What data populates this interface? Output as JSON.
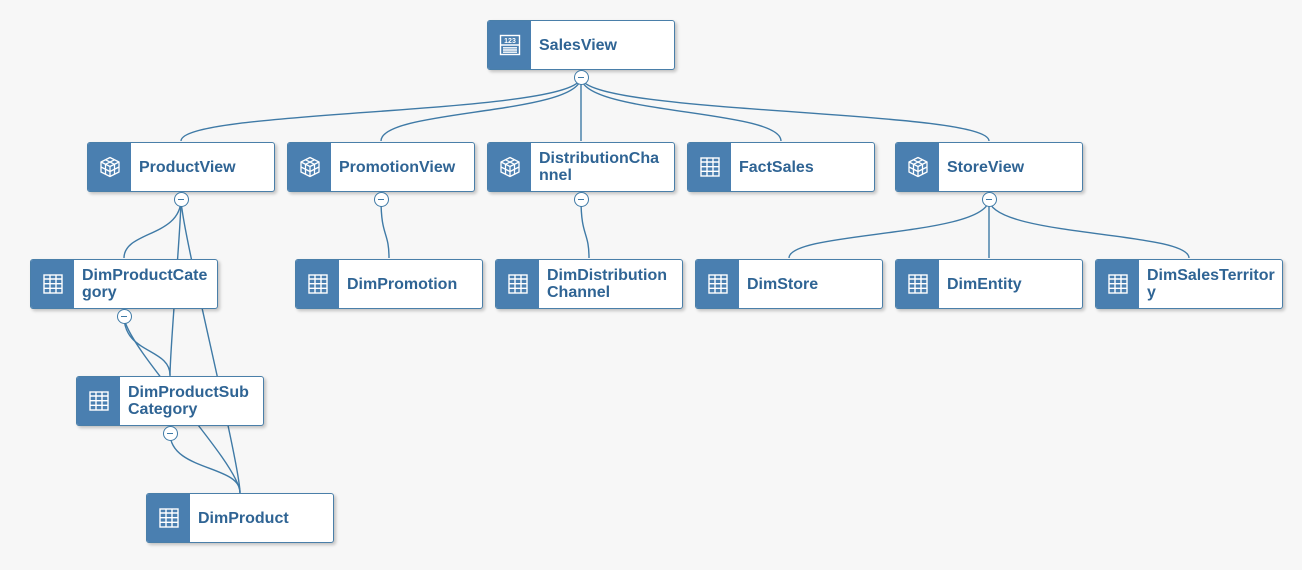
{
  "nodes": {
    "salesview": {
      "label": "SalesView",
      "icon": "calculator-icon"
    },
    "productview": {
      "label": "ProductView",
      "icon": "cube-icon"
    },
    "promotionview": {
      "label": "PromotionView",
      "icon": "cube-icon"
    },
    "distributionchannel": {
      "label": "DistributionChannel",
      "icon": "cube-icon"
    },
    "factsales": {
      "label": "FactSales",
      "icon": "table-icon"
    },
    "storeview": {
      "label": "StoreView",
      "icon": "cube-icon"
    },
    "dimproductcategory": {
      "label": "DimProductCategory",
      "icon": "table-icon"
    },
    "dimpromotion": {
      "label": "DimPromotion",
      "icon": "table-icon"
    },
    "dimdistributionchannel": {
      "label": "DimDistributionChannel",
      "icon": "table-icon"
    },
    "dimstore": {
      "label": "DimStore",
      "icon": "table-icon"
    },
    "dimentity": {
      "label": "DimEntity",
      "icon": "table-icon"
    },
    "dimsalesterritory": {
      "label": "DimSalesTerritory",
      "icon": "table-icon"
    },
    "dimproductsubcategory": {
      "label": "DimProductSubCategory",
      "icon": "table-icon"
    },
    "dimproduct": {
      "label": "DimProduct",
      "icon": "table-icon"
    }
  },
  "edges": [
    [
      "salesview",
      "productview"
    ],
    [
      "salesview",
      "promotionview"
    ],
    [
      "salesview",
      "distributionchannel"
    ],
    [
      "salesview",
      "factsales"
    ],
    [
      "salesview",
      "storeview"
    ],
    [
      "productview",
      "dimproductcategory"
    ],
    [
      "productview",
      "dimproductsubcategory"
    ],
    [
      "productview",
      "dimproduct"
    ],
    [
      "promotionview",
      "dimpromotion"
    ],
    [
      "distributionchannel",
      "dimdistributionchannel"
    ],
    [
      "storeview",
      "dimstore"
    ],
    [
      "storeview",
      "dimentity"
    ],
    [
      "storeview",
      "dimsalesterritory"
    ],
    [
      "dimproductcategory",
      "dimproductsubcategory"
    ],
    [
      "dimproductcategory",
      "dimproduct"
    ],
    [
      "dimproductsubcategory",
      "dimproduct"
    ]
  ],
  "colors": {
    "accent": "#4a7fb0",
    "border": "#4a7fa9",
    "label": "#2f6494",
    "link": "#3f7aa6",
    "background": "#f7f7f7"
  }
}
